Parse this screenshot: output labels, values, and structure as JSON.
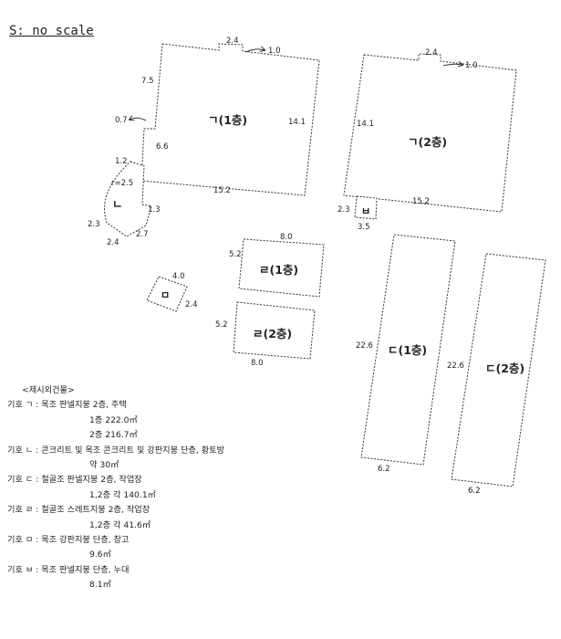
{
  "scale_label": "S: no scale",
  "buildings": {
    "g1": {
      "label": "ㄱ(1층)",
      "dims": {
        "top": "2.4",
        "ext": "1.0",
        "left": "7.5",
        "right": "14.1",
        "bottom": "15.2",
        "lower_left": "6.6",
        "bay": "0.7"
      }
    },
    "g2": {
      "label": "ㄱ(2층)",
      "dims": {
        "top": "2.4",
        "ext": "1.0",
        "left": "14.1",
        "bottom": "15.2"
      }
    },
    "n": {
      "label": "ㄴ",
      "dims": {
        "top": "1.2",
        "radius": "r=2.5",
        "right": "1.3",
        "left": "2.3",
        "bottom": "2.4",
        "diag": "2.7"
      }
    },
    "b": {
      "label": "ㅂ",
      "dims": {
        "left": "2.3",
        "bottom": "3.5"
      }
    },
    "r1": {
      "label": "ㄹ(1층)",
      "dims": {
        "top": "8.0",
        "left": "5.2"
      }
    },
    "r2": {
      "label": "ㄹ(2층)",
      "dims": {
        "left": "5.2",
        "bottom": "8.0"
      }
    },
    "m": {
      "label": "ㅁ",
      "dims": {
        "top": "4.0",
        "right": "2.4"
      }
    },
    "d1": {
      "label": "ㄷ(1층)",
      "dims": {
        "left": "22.6",
        "bottom": "6.2"
      }
    },
    "d2": {
      "label": "ㄷ(2층)",
      "dims": {
        "left": "22.6",
        "bottom": "6.2"
      }
    }
  },
  "legend": {
    "title": "<제시외건물>",
    "entries": [
      {
        "key": "기호 ㄱ : ",
        "desc": "목조 판넬지붕 2층, 주택",
        "lines": [
          "1층 222.0㎡",
          "2층 216.7㎡"
        ]
      },
      {
        "key": "기호 ㄴ : ",
        "desc": "콘크리트 및 목조 콘크리트 및 강판지붕 단층, 황토방",
        "lines": [
          "약 30㎡"
        ]
      },
      {
        "key": "기호 ㄷ : ",
        "desc": "철골조 판넬지붕 2층, 작업장",
        "lines": [
          "1,2층 각 140.1㎡"
        ]
      },
      {
        "key": "기호 ㄹ : ",
        "desc": "철골조 스레트지붕 2층, 작업장",
        "lines": [
          "1,2층 각 41.6㎡"
        ]
      },
      {
        "key": "기호 ㅁ : ",
        "desc": "목조 강판지붕 단층, 창고",
        "lines": [
          "9.6㎡"
        ]
      },
      {
        "key": "기호 ㅂ : ",
        "desc": "목조 판넬지붕 단층, 누대",
        "lines": [
          "8.1㎡"
        ]
      }
    ]
  }
}
